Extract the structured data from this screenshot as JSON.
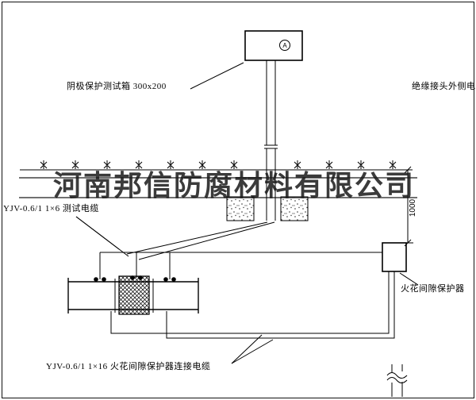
{
  "colors": {
    "line": "#000000",
    "background": "#ffffff",
    "watermark": "#1a1a1a"
  },
  "watermark": {
    "text": "河南邦信防腐材料有限公司"
  },
  "test_box": {
    "label": "阴极保护测试箱 300x200",
    "meter_symbol": "A"
  },
  "cables": {
    "insulated_joint_side_label": "绝缘接头外侧电缆",
    "test_cable_label": "YJV-0.6/1 1×6  测试电缆",
    "spark_gap_cable_label": "YJV-0.6/1 1×16  火花间隙保护器连接电缆"
  },
  "spark_gap_protector": {
    "label": "火花间隙保护器"
  },
  "dimension": {
    "depth": "1000"
  }
}
